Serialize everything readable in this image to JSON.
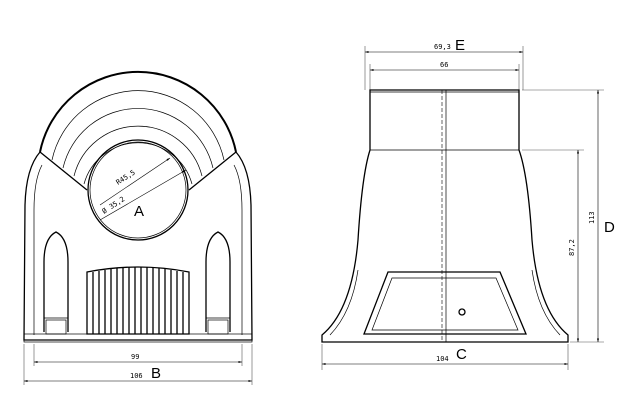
{
  "front_view": {
    "dimensions": {
      "radius": "R45,5",
      "diameter": "Ø 35,2",
      "inner_width": "99",
      "overall_width": "106"
    },
    "labels": {
      "opening": "A",
      "width_ref": "B"
    }
  },
  "side_view": {
    "dimensions": {
      "top_outer": "69,3",
      "top_inner": "66",
      "height_overall": "113",
      "height_partial": "87,2",
      "base_width": "104"
    },
    "labels": {
      "top_ref": "E",
      "base_ref": "C",
      "height_ref": "D"
    }
  }
}
